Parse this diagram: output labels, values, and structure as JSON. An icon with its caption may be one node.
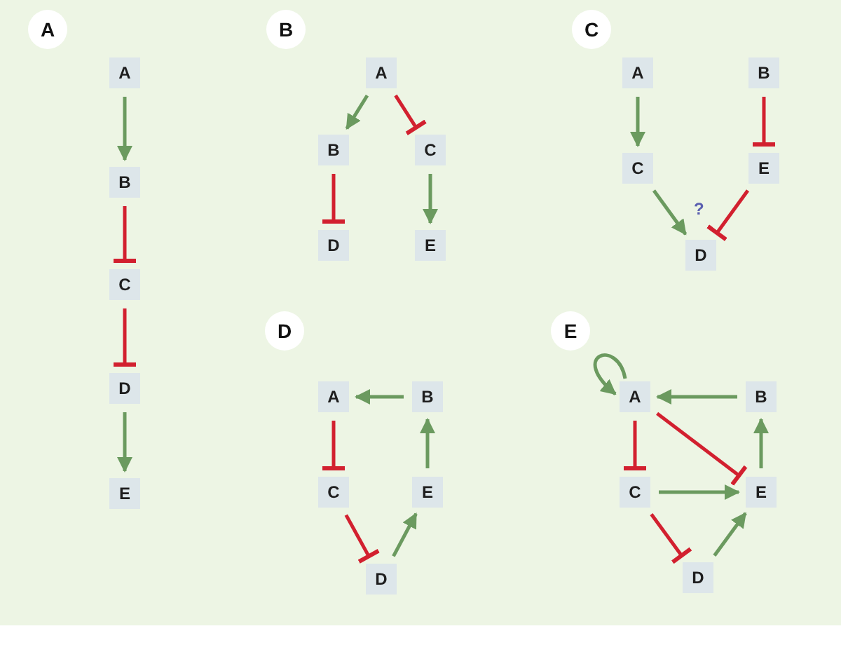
{
  "diagram": {
    "nodes": [
      {
        "text": [
          "A"
        ]
      },
      {
        "text": [
          "A"
        ]
      },
      {
        "text": [
          "B"
        ]
      },
      {
        "text": [
          "C"
        ]
      },
      {
        "text": [
          "D"
        ]
      },
      {
        "text": [
          "E"
        ]
      },
      {
        "text": [
          "B"
        ]
      },
      {
        "text": [
          "A"
        ]
      },
      {
        "text": [
          "B"
        ]
      },
      {
        "text": [
          "C"
        ]
      },
      {
        "text": [
          "D"
        ]
      },
      {
        "text": [
          "E"
        ]
      },
      {
        "text": [
          "C"
        ]
      },
      {
        "text": [
          "A"
        ]
      },
      {
        "text": [
          "B"
        ]
      },
      {
        "text": [
          "C"
        ]
      },
      {
        "text": [
          "E"
        ]
      },
      {
        "text": [
          "D"
        ]
      },
      {
        "text": [
          "D"
        ]
      },
      {
        "text": [
          "A"
        ]
      },
      {
        "text": [
          "B"
        ]
      },
      {
        "text": [
          "C"
        ]
      },
      {
        "text": [
          "E"
        ]
      },
      {
        "text": [
          "D"
        ]
      },
      {
        "text": [
          "E"
        ]
      },
      {
        "text": [
          "A"
        ]
      },
      {
        "text": [
          "B"
        ]
      },
      {
        "text": [
          "C"
        ]
      },
      {
        "text": [
          "E"
        ]
      },
      {
        "text": [
          "D"
        ]
      }
    ],
    "edges": [
      {
        "from": 1,
        "to": 2,
        "arrow": "to"
      },
      {
        "from": 2,
        "to": 3,
        "arrow": "other",
        "color": "#d2202f"
      },
      {
        "from": 3,
        "to": 4,
        "arrow": "other",
        "color": "#d2202f"
      },
      {
        "from": 4,
        "to": 5,
        "arrow": "to"
      },
      {
        "from": 7,
        "to": 8,
        "arrow": "to"
      },
      {
        "from": 7,
        "to": 9,
        "arrow": "other",
        "color": "#d2202f"
      },
      {
        "from": 8,
        "to": 10,
        "arrow": "other",
        "color": "#d2202f"
      },
      {
        "from": 9,
        "to": 11,
        "arrow": "to"
      },
      {
        "from": 13,
        "to": 15,
        "arrow": "to"
      },
      {
        "from": 14,
        "to": 16,
        "arrow": "other",
        "color": "#d2202f"
      },
      {
        "from": 15,
        "to": 17,
        "arrow": "to"
      },
      {
        "from": 16,
        "to": 17,
        "arrow": "other",
        "color": "#d2202f"
      },
      {
        "from": 20,
        "to": 19,
        "arrow": "to"
      },
      {
        "from": 19,
        "to": 21,
        "arrow": "other",
        "color": "#d2202f"
      },
      {
        "from": 21,
        "to": 23,
        "arrow": "other",
        "color": "#d2202f"
      },
      {
        "from": 23,
        "to": 22,
        "arrow": "to"
      },
      {
        "from": 22,
        "to": 20,
        "arrow": "to"
      },
      {
        "from": 25,
        "to": 25,
        "arrow": "to"
      },
      {
        "from": 26,
        "to": 25,
        "arrow": "to"
      },
      {
        "from": 25,
        "to": 27,
        "arrow": "other",
        "color": "#d2202f"
      },
      {
        "from": 25,
        "to": 28,
        "arrow": "other",
        "color": "#d2202f"
      },
      {
        "from": 27,
        "to": 28,
        "arrow": "to"
      },
      {
        "from": 28,
        "to": 26,
        "arrow": "to"
      },
      {
        "from": 27,
        "to": 29,
        "arrow": "other",
        "color": "#d2202f"
      },
      {
        "from": 29,
        "to": 28,
        "arrow": "to"
      }
    ],
    "labels": [
      "?"
    ]
  }
}
